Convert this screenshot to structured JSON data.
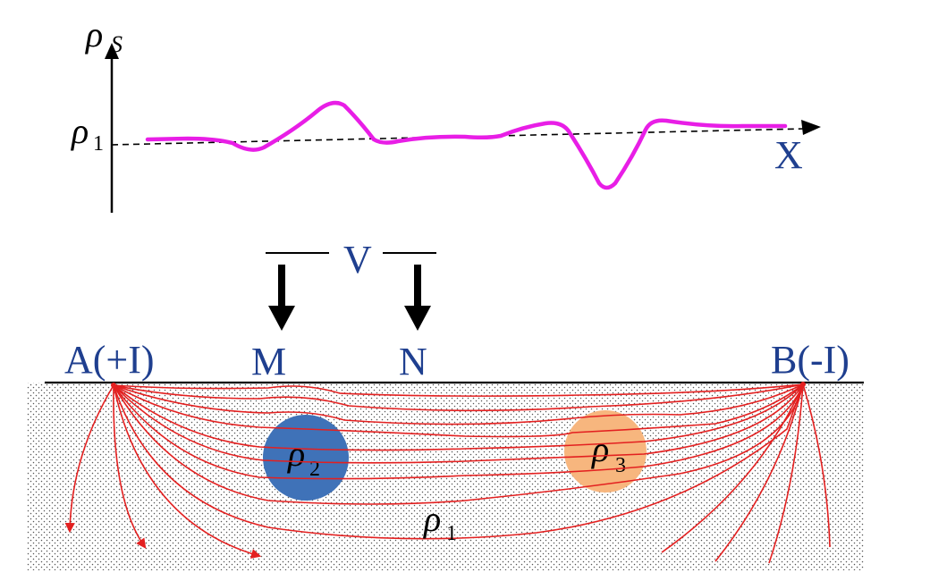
{
  "top_plot": {
    "y_axis_label": "ρ",
    "y_axis_label_sub": "S",
    "reference_label": "ρ",
    "reference_label_sub": "1",
    "x_axis_label": "X",
    "curve_color": "#e81ee6",
    "reference_line": "dashed"
  },
  "voltmeter": {
    "label": "V"
  },
  "electrodes": {
    "a_label": "A(+I)",
    "m_label": "M",
    "n_label": "N",
    "b_label": "B(-I)"
  },
  "ground": {
    "medium_label": "ρ",
    "medium_label_sub": "1",
    "field_line_color": "#e32020"
  },
  "bodies": [
    {
      "label": "ρ",
      "label_sub": "2",
      "color": "#3f72b8"
    },
    {
      "label": "ρ",
      "label_sub": "3",
      "color": "#f7b67e"
    }
  ],
  "colors": {
    "label_blue": "#1f3f8f",
    "arrow_black": "#000000",
    "dot_pattern": "#555555"
  }
}
